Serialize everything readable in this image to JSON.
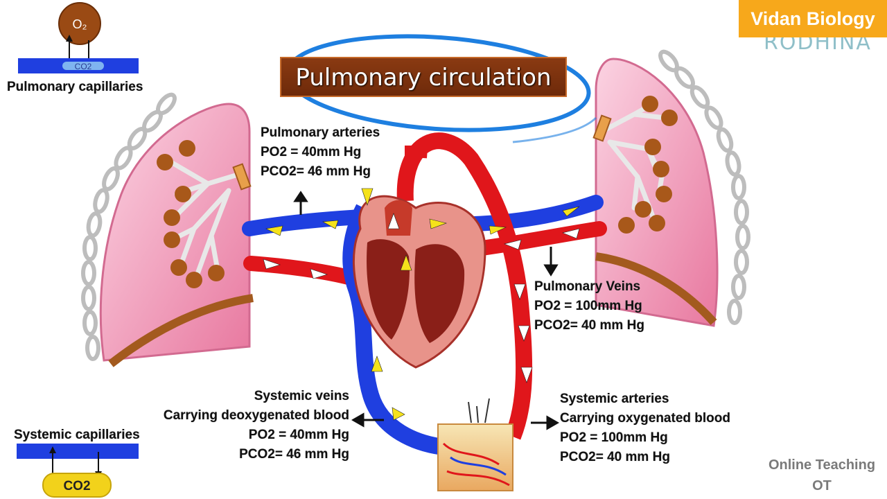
{
  "brand": {
    "label": "Vidan Biology"
  },
  "watermark_top": "RODHINA",
  "title": "Pulmonary circulation",
  "legend_top": {
    "o2": "O₂",
    "co2": "CO2",
    "label": "Pulmonary capillaries"
  },
  "legend_bottom": {
    "label": "Systemic capillaries",
    "co2": "CO2"
  },
  "pulmonary_arteries": {
    "name": "Pulmonary arteries",
    "po2": "PO2 = 40mm Hg",
    "pco2": "PCO2= 46 mm Hg"
  },
  "pulmonary_veins": {
    "name": "Pulmonary Veins",
    "po2": "PO2 = 100mm Hg",
    "pco2": "PCO2= 40 mm Hg"
  },
  "systemic_veins": {
    "name": "Systemic veins",
    "desc": "Carrying deoxygenated blood",
    "po2": "PO2 = 40mm Hg",
    "pco2": "PCO2= 46 mm Hg"
  },
  "systemic_arteries": {
    "name": "Systemic arteries",
    "desc": "Carrying oxygenated blood",
    "po2": "PO2 = 100mm Hg",
    "pco2": "PCO2= 40 mm Hg"
  },
  "watermark": {
    "line1": "Online Teaching",
    "line2": "OT"
  },
  "colors": {
    "deoxygenated": "#1f3fe0",
    "oxygenated": "#e0161b",
    "lung": "#f2a7c3",
    "alveoli": "#a8581a",
    "highlight": "#1e7fe0",
    "brand": "#f7a81b"
  }
}
